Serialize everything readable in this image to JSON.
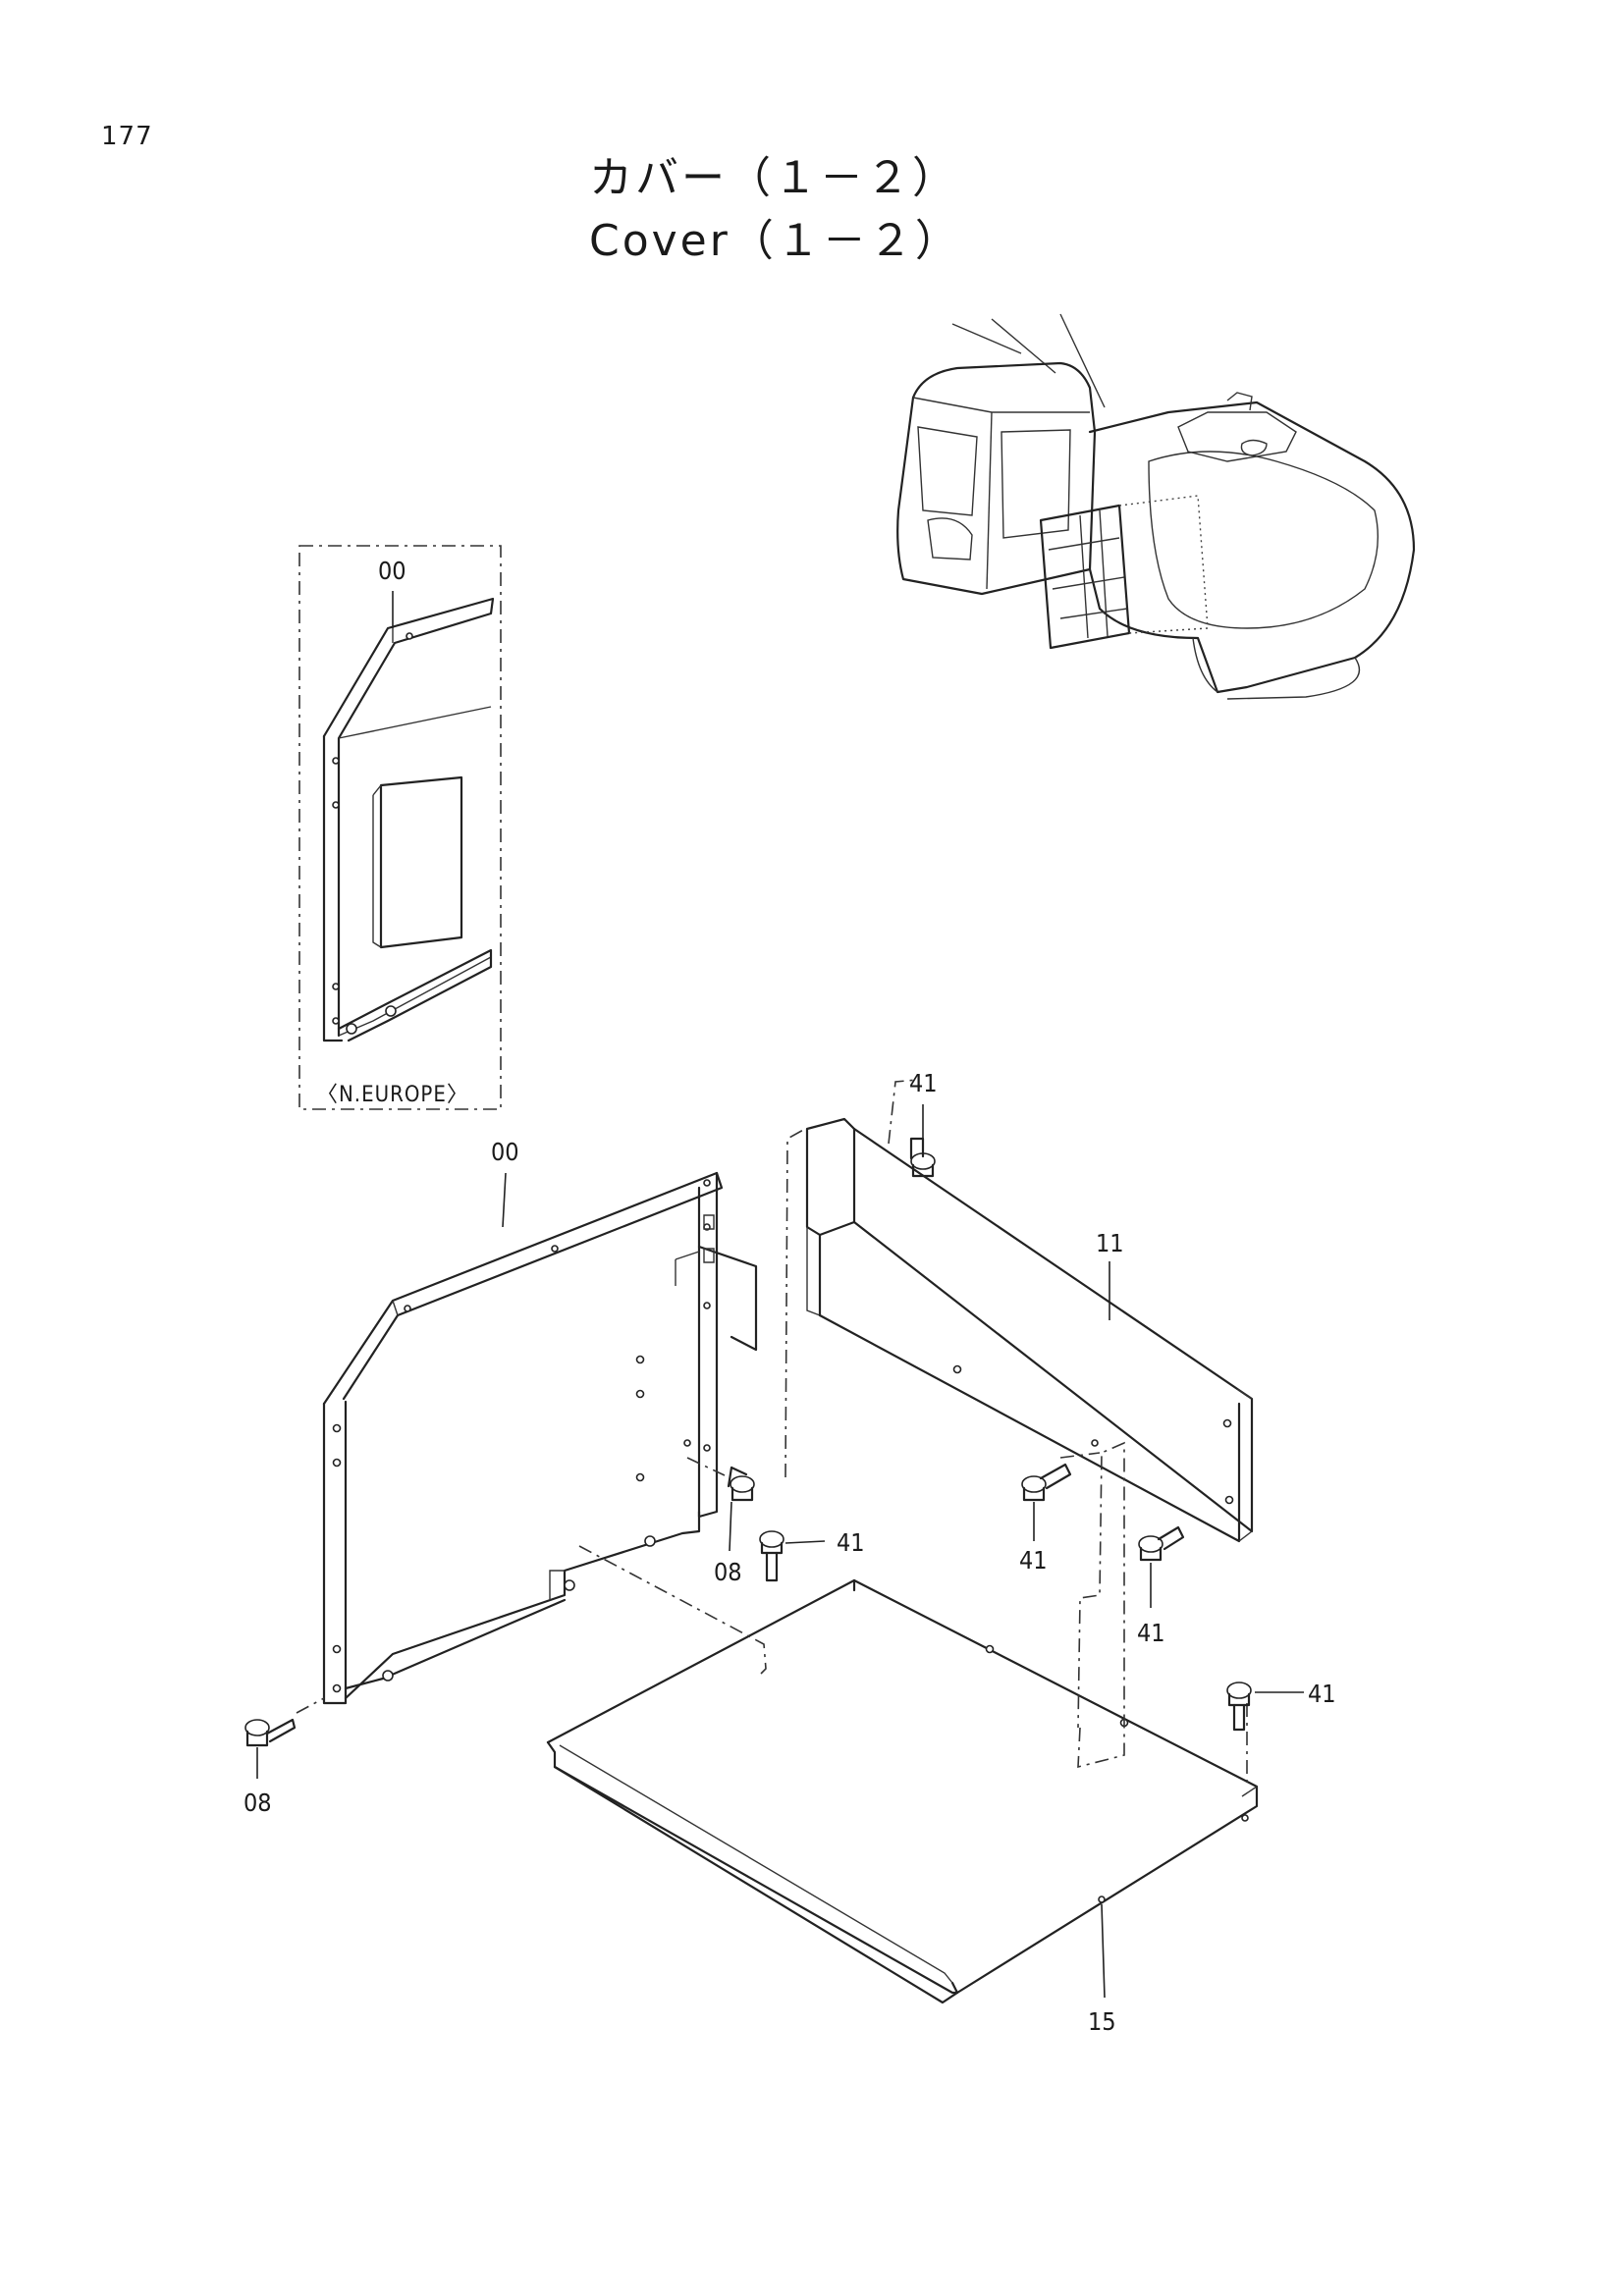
{
  "page": {
    "number": "177"
  },
  "title": {
    "japanese": "カバー（１－２）",
    "english": "Cover（１－２）"
  },
  "inset": {
    "variant_label": "〈N.EUROPE〉",
    "callout": "00"
  },
  "callouts": {
    "frame": "00",
    "bolt_lower_left": "08",
    "bolt_center": "08",
    "bolt_top": "41",
    "bolt_floor": "41",
    "bolt_panel_left": "41",
    "bolt_panel_right": "41",
    "bolt_floor_right": "41",
    "side_panel": "11",
    "floor_plate": "15"
  }
}
